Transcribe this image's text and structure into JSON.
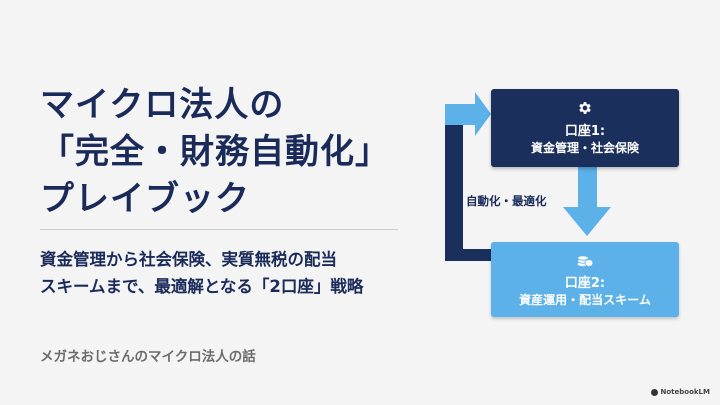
{
  "title": {
    "line1": "マイクロ法人の",
    "line2": "「完全・財務自動化」",
    "line3": "プレイブック"
  },
  "subtitle": {
    "line1": "資金管理から社会保険、実質無税の配当",
    "line2": "スキームまで、最適解となる「2口座」戦略"
  },
  "footer": "メガネおじさんのマイクロ法人の話",
  "diagram": {
    "account1": {
      "title": "口座1:",
      "subtitle": "資金管理・社会保険",
      "icon": "gear-icon",
      "color": "#1a2f5c"
    },
    "account2": {
      "title": "口座2:",
      "subtitle": "資産運用・配当スキーム",
      "icon": "coins-icon",
      "color": "#5bb1e8"
    },
    "flow_label": "自動化・最適化"
  },
  "brand": "NotebookLM"
}
